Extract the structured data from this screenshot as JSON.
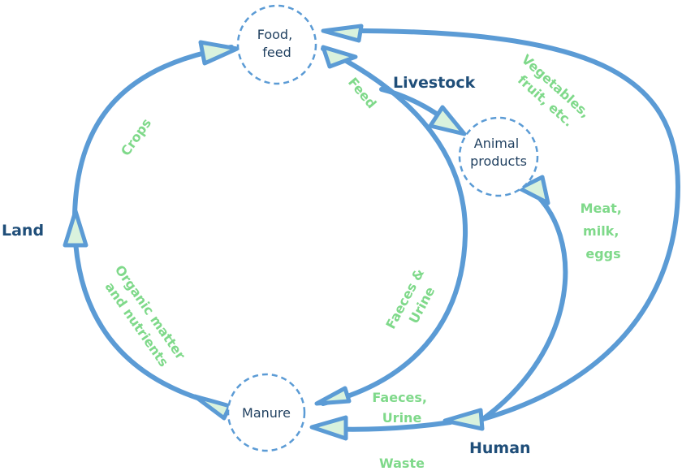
{
  "nodes": {
    "food_feed": [
      "Food,",
      "feed"
    ],
    "animal_products": [
      "Animal",
      "products"
    ],
    "manure": [
      "Manure"
    ]
  },
  "regions": {
    "land": "Land",
    "livestock": "Livestock",
    "human": "Human"
  },
  "flows": {
    "crops": [
      "Crops"
    ],
    "feed": [
      "Feed"
    ],
    "vegetables": [
      "Vegetables,",
      "fruit, etc."
    ],
    "meat": [
      "Meat,",
      "milk,",
      "eggs"
    ],
    "faeces_livestock": [
      "Faeces &",
      "Urine"
    ],
    "organic": [
      "Organic matter",
      "and nutrients"
    ],
    "faeces_human": [
      "Faeces,",
      "Urine"
    ],
    "waste": [
      "Waste"
    ]
  },
  "colors": {
    "loop_stroke": "#5b9bd5",
    "arrow_fill": "#d9f2dd",
    "flow_label": "#7fd98a",
    "region_label": "#1f4e79",
    "node_text": "#1f3f5f"
  }
}
